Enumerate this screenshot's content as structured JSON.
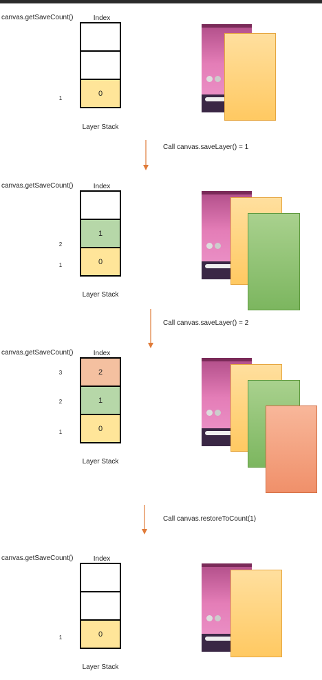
{
  "count_label": "canvas.getSaveCount()",
  "index_label": "Index",
  "stack_caption": "Layer Stack",
  "colors": {
    "layer0": "#ffe599",
    "layer1": "#b6d7a8",
    "layer2": "#f4c0a0",
    "empty": "#ffffff",
    "arrow": "#e07b39"
  },
  "panels": [
    {
      "stack": [
        {
          "label": "",
          "color": "empty"
        },
        {
          "label": "",
          "color": "empty"
        },
        {
          "label": "0",
          "color": "layer0"
        }
      ],
      "counts": [
        "",
        "",
        "1"
      ]
    },
    {
      "stack": [
        {
          "label": "",
          "color": "empty"
        },
        {
          "label": "1",
          "color": "layer1"
        },
        {
          "label": "0",
          "color": "layer0"
        }
      ],
      "counts": [
        "",
        "2",
        "1"
      ]
    },
    {
      "stack": [
        {
          "label": "2",
          "color": "layer2"
        },
        {
          "label": "1",
          "color": "layer1"
        },
        {
          "label": "0",
          "color": "layer0"
        }
      ],
      "counts": [
        "3",
        "2",
        "1"
      ]
    },
    {
      "stack": [
        {
          "label": "",
          "color": "empty"
        },
        {
          "label": "",
          "color": "empty"
        },
        {
          "label": "0",
          "color": "layer0"
        }
      ],
      "counts": [
        "",
        "",
        "1"
      ]
    }
  ],
  "transitions": [
    "Call canvas.saveLayer() = 1",
    "Call canvas.saveLayer() = 2",
    "Call canvas.restoreToCount(1)"
  ]
}
